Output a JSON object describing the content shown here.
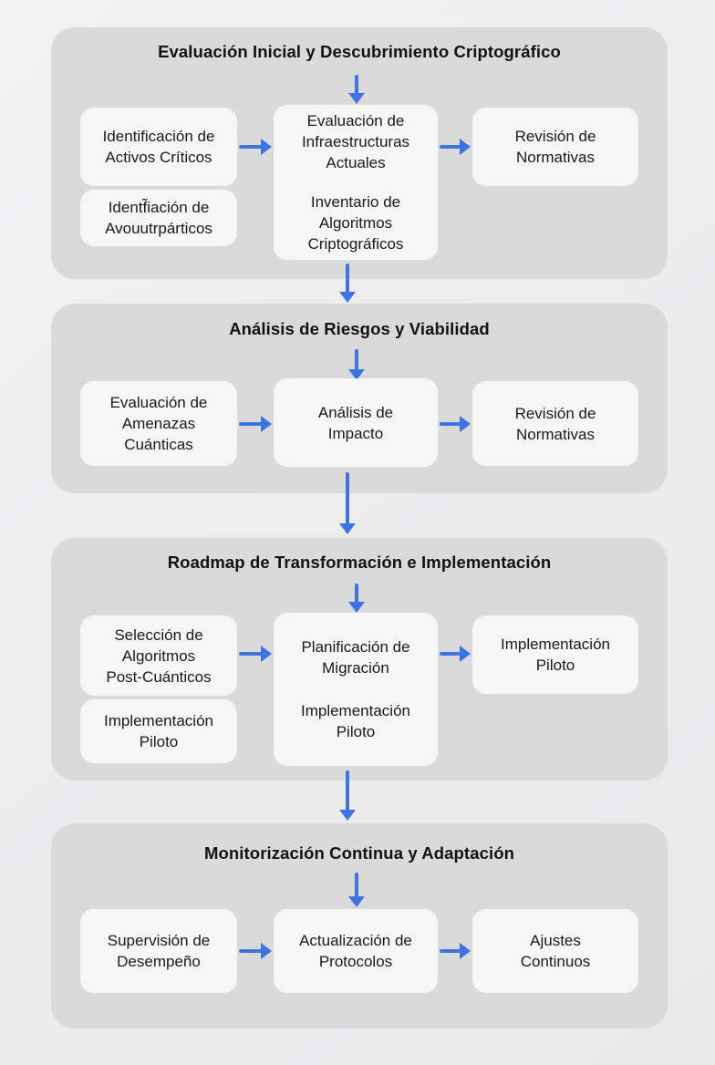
{
  "colors": {
    "arrow": "#3e73e2",
    "section_background": "#dadadb",
    "node_background": "#f6f6f6",
    "title_text": "#121212",
    "node_text": "#1a1a1a",
    "page_background": "#ededee"
  },
  "sections": [
    {
      "title": "Evaluación Inicial y Descubrimiento Criptográfico",
      "boxes": {
        "left": [
          "Identificación de\nActivos Críticos",
          "Identf̃iación de\nAvouutrpárticos"
        ],
        "center": [
          "Evaluación de\nInfraestructuras\nActuales",
          "Inventario de\nAlgoritmos\nCriptográficos"
        ],
        "right": [
          "Revisión de\nNormativas"
        ]
      }
    },
    {
      "title": "Análisis de Riesgos y Viabilidad",
      "boxes": {
        "left": [
          "Evaluación de\nAmenazas\nCuánticas"
        ],
        "center": [
          "Análisis de\nImpacto"
        ],
        "right": [
          "Revisión de\nNormativas"
        ]
      }
    },
    {
      "title": "Roadmap de Transformación e Implementación",
      "boxes": {
        "left": [
          "Selección de\nAlgoritmos\nPost-Cuánticos",
          "Implementación\nPiloto"
        ],
        "center": [
          "Planificación de\nMigración",
          "Implementación\nPiloto"
        ],
        "right": [
          "Implementación\nPiloto"
        ]
      }
    },
    {
      "title": "Monitorización Continua y Adaptación",
      "boxes": {
        "left": [
          "Supervisión de\nDesempeño"
        ],
        "center": [
          "Actualización de\nProtocolos"
        ],
        "right": [
          "Ajustes\nContinuos"
        ]
      }
    }
  ]
}
